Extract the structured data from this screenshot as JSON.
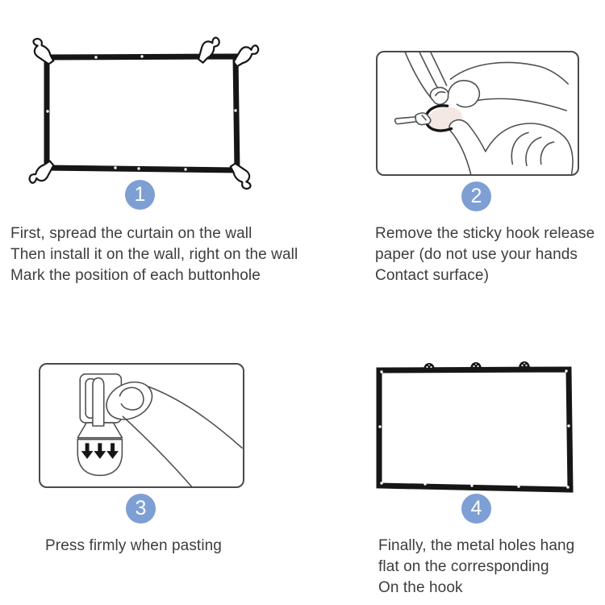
{
  "colors": {
    "accent": "#7d9fd4",
    "text": "#3d3d3d",
    "line": "#4f4f4f",
    "frame": "#161616",
    "box_border": "#4a4a4a",
    "pad_tint": "#f3e9e2",
    "background": "#ffffff"
  },
  "steps": [
    {
      "number": "1",
      "illustration": "curtain-frame-with-wall-hooks",
      "caption_lines": [
        "First, spread the curtain on the wall",
        "Then install it on the wall, right on the wall",
        "Mark the position of each buttonhole"
      ]
    },
    {
      "number": "2",
      "illustration": "hands-peeling-sticky-hook-release-paper",
      "caption_lines": [
        "Remove the sticky hook release",
        "paper (do not use your hands",
        "Contact surface)"
      ]
    },
    {
      "number": "3",
      "illustration": "finger-pressing-sticky-hook",
      "caption_lines": [
        "Press firmly when pasting"
      ]
    },
    {
      "number": "4",
      "illustration": "screen-hanging-flat-on-hooks",
      "caption_lines": [
        "Finally, the metal holes hang",
        "flat on the corresponding",
        "On the hook"
      ]
    }
  ]
}
